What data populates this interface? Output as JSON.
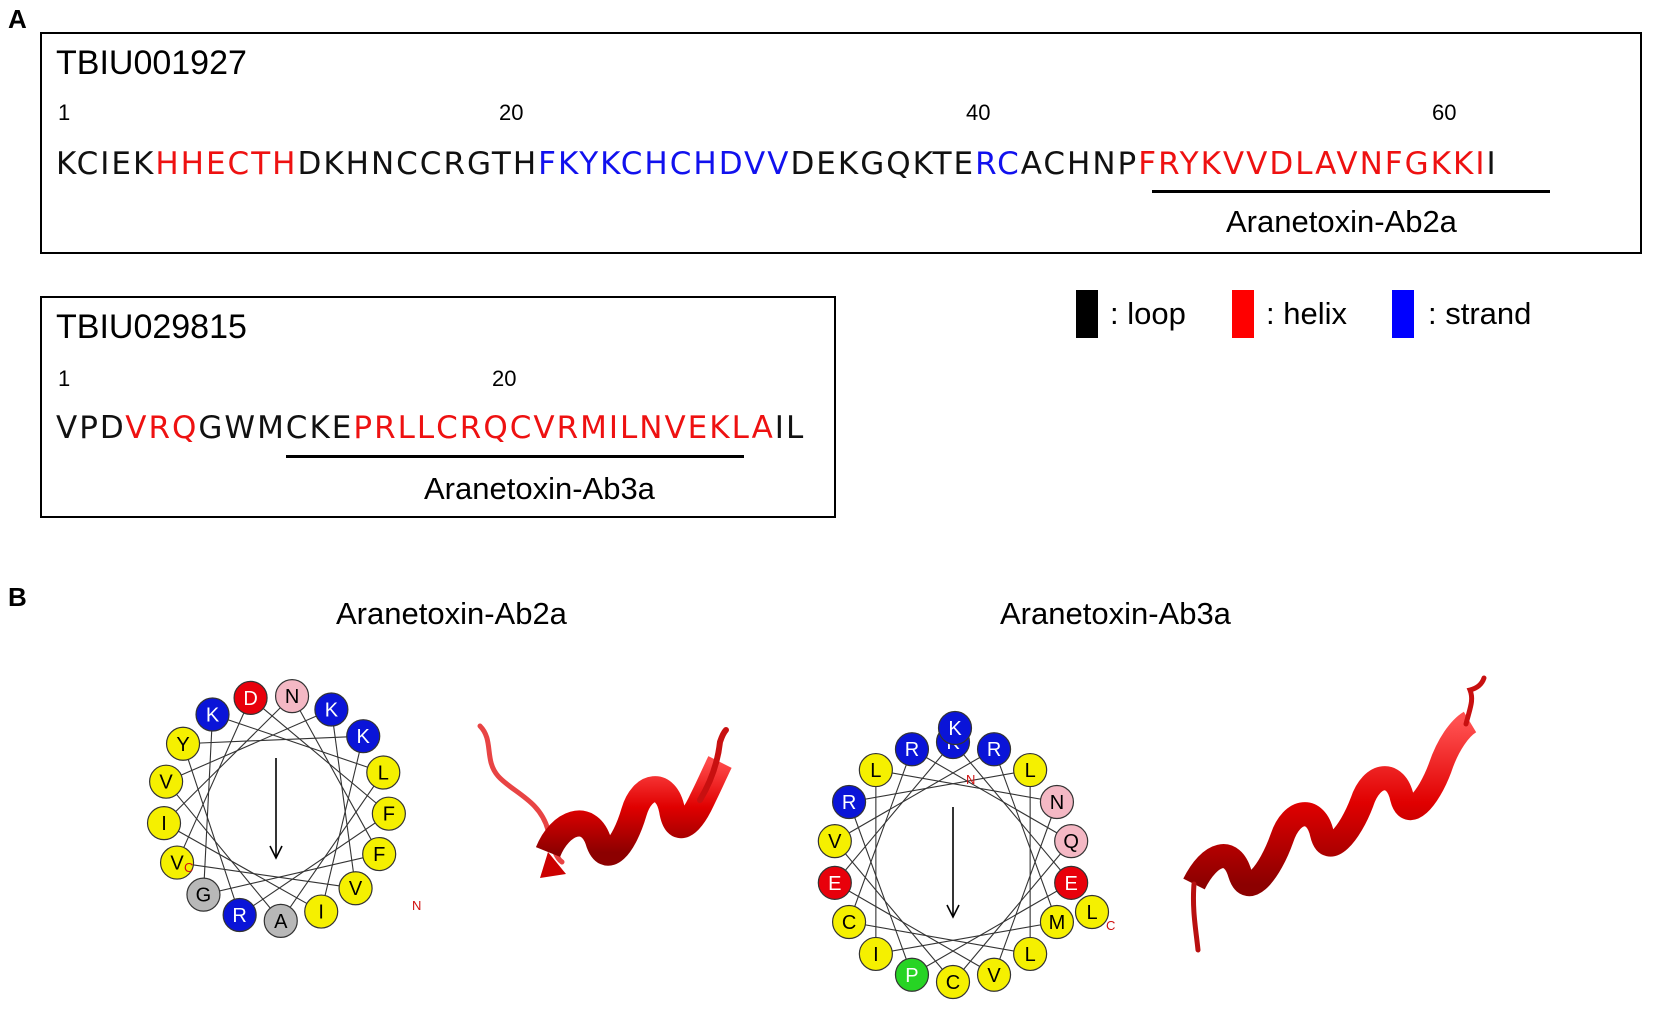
{
  "panel_a": {
    "letter": "A",
    "seq1": {
      "id": "TBIU001927",
      "numbers": [
        "1",
        "20",
        "40",
        "60"
      ],
      "segments": [
        {
          "text": "KCIEK",
          "ss": "loop"
        },
        {
          "text": "HHECTH",
          "ss": "helix"
        },
        {
          "text": "DKHNCCRGTH",
          "ss": "loop"
        },
        {
          "text": "FKYKCHCHDVV",
          "ss": "strand"
        },
        {
          "text": "DEKGQKTE",
          "ss": "loop"
        },
        {
          "text": "RC",
          "ss": "strand"
        },
        {
          "text": "ACHNP",
          "ss": "loop"
        },
        {
          "text": "FRYKVVDLAVNFGKKI",
          "ss": "helix"
        },
        {
          "text": "I",
          "ss": "loop"
        }
      ],
      "peptide_label": "Aranetoxin-Ab2a"
    },
    "seq2": {
      "id": "TBIU029815",
      "numbers": [
        "1",
        "20"
      ],
      "segments": [
        {
          "text": "VPD",
          "ss": "loop"
        },
        {
          "text": "VRQ",
          "ss": "helix"
        },
        {
          "text": "GWMCKE",
          "ss": "loop"
        },
        {
          "text": "PRLLCRQCVRMILNVEKLA",
          "ss": "helix"
        },
        {
          "text": "IL",
          "ss": "loop"
        }
      ],
      "peptide_label": "Aranetoxin-Ab3a"
    },
    "legend": [
      {
        "key": "loop",
        "label": ": loop",
        "color": "#000000"
      },
      {
        "key": "helix",
        "label": ": helix",
        "color": "#ff0000"
      },
      {
        "key": "strand",
        "label": ": strand",
        "color": "#0000ff"
      }
    ]
  },
  "panel_b": {
    "letter": "B",
    "wheel1": {
      "title": "Aranetoxin-Ab2a",
      "n_label": "N",
      "c_label": "C",
      "residues": [
        {
          "aa": "D",
          "fill": "#e8000b",
          "text": "#ffffff"
        },
        {
          "aa": "N",
          "fill": "#f4b8c4",
          "text": "#000000"
        },
        {
          "aa": "K",
          "fill": "#0a14d8",
          "text": "#ffffff"
        },
        {
          "aa": "K",
          "fill": "#0a14d8",
          "text": "#ffffff"
        },
        {
          "aa": "L",
          "fill": "#f5f000",
          "text": "#000000"
        },
        {
          "aa": "F",
          "fill": "#f5f000",
          "text": "#000000"
        },
        {
          "aa": "F",
          "fill": "#f5f000",
          "text": "#000000"
        },
        {
          "aa": "V",
          "fill": "#f5f000",
          "text": "#000000"
        },
        {
          "aa": "I",
          "fill": "#f5f000",
          "text": "#000000"
        },
        {
          "aa": "A",
          "fill": "#b8b8b8",
          "text": "#000000"
        },
        {
          "aa": "R",
          "fill": "#0a14d8",
          "text": "#ffffff"
        },
        {
          "aa": "G",
          "fill": "#b8b8b8",
          "text": "#000000"
        },
        {
          "aa": "V",
          "fill": "#f5f000",
          "text": "#000000"
        },
        {
          "aa": "I",
          "fill": "#f5f000",
          "text": "#000000"
        },
        {
          "aa": "V",
          "fill": "#f5f000",
          "text": "#000000"
        },
        {
          "aa": "Y",
          "fill": "#f5f000",
          "text": "#000000"
        },
        {
          "aa": "K",
          "fill": "#0a14d8",
          "text": "#ffffff"
        }
      ]
    },
    "wheel2": {
      "title": "Aranetoxin-Ab3a",
      "n_label": "N",
      "c_label": "C",
      "residues": [
        {
          "aa": "K",
          "fill": "#0a14d8",
          "text": "#ffffff"
        },
        {
          "aa": "R",
          "fill": "#0a14d8",
          "text": "#ffffff"
        },
        {
          "aa": "L",
          "fill": "#f5f000",
          "text": "#000000"
        },
        {
          "aa": "N",
          "fill": "#f4b8c4",
          "text": "#000000"
        },
        {
          "aa": "Q",
          "fill": "#f4b8c4",
          "text": "#000000"
        },
        {
          "aa": "E",
          "fill": "#e8000b",
          "text": "#ffffff"
        },
        {
          "aa": "M",
          "fill": "#f5f000",
          "text": "#000000"
        },
        {
          "aa": "L",
          "fill": "#f5f000",
          "text": "#000000"
        },
        {
          "aa": "V",
          "fill": "#f5f000",
          "text": "#000000"
        },
        {
          "aa": "C",
          "fill": "#f5f000",
          "text": "#000000"
        },
        {
          "aa": "P",
          "fill": "#27d424",
          "text": "#ffffff"
        },
        {
          "aa": "I",
          "fill": "#f5f000",
          "text": "#000000"
        },
        {
          "aa": "C",
          "fill": "#f5f000",
          "text": "#000000"
        },
        {
          "aa": "E",
          "fill": "#e8000b",
          "text": "#ffffff"
        },
        {
          "aa": "V",
          "fill": "#f5f000",
          "text": "#000000"
        },
        {
          "aa": "R",
          "fill": "#0a14d8",
          "text": "#ffffff"
        },
        {
          "aa": "L",
          "fill": "#f5f000",
          "text": "#000000"
        },
        {
          "aa": "R",
          "fill": "#0a14d8",
          "text": "#ffffff"
        }
      ],
      "extra_residues": [
        {
          "aa": "K",
          "fill": "#0a14d8",
          "text": "#ffffff"
        },
        {
          "aa": "L",
          "fill": "#f5f000",
          "text": "#000000"
        }
      ]
    }
  }
}
